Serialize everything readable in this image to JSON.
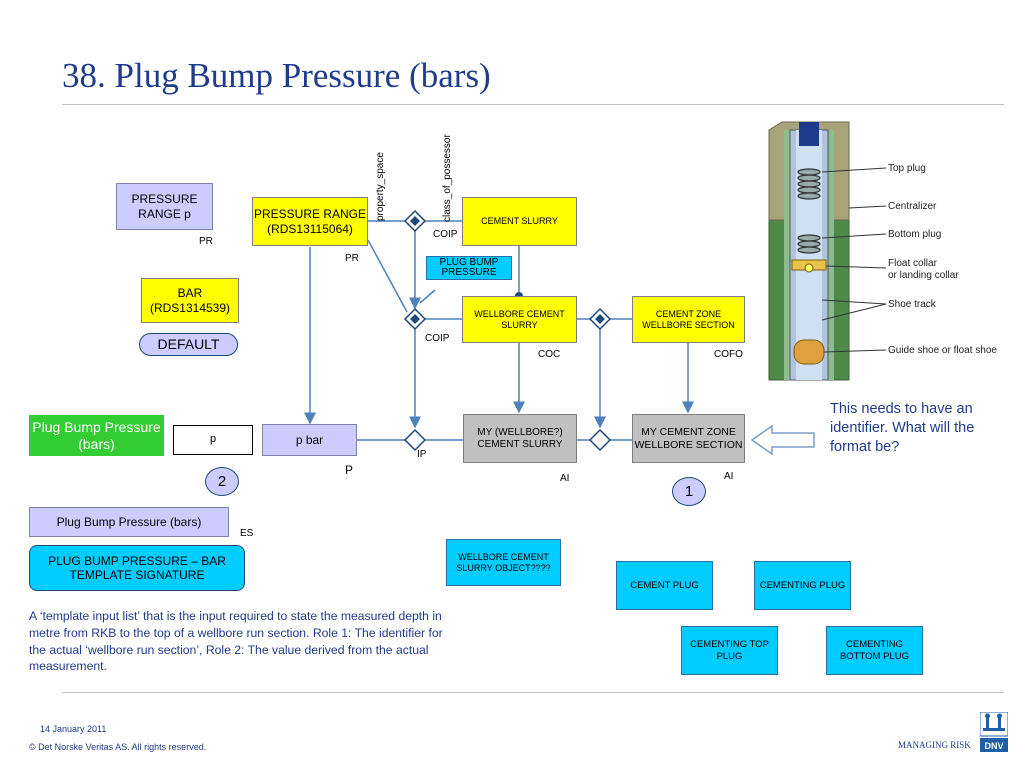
{
  "title": "38. Plug Bump Pressure (bars)",
  "boxes": {
    "pressure_range_p": "PRESSURE RANGE p",
    "pressure_range_rds": "PRESSURE RANGE (RDS13115064)",
    "cement_slurry": "CEMENT SLURRY",
    "plug_bump_pressure_tag": "PLUG BUMP PRESSURE",
    "bar": "BAR (RDS1314539)",
    "default": "DEFAULT",
    "wellbore_cement_slurry": "WELLBORE CEMENT SLURRY",
    "cement_zone_wellbore_section": "CEMENT ZONE WELLBORE SECTION",
    "plug_bump_pressure_bars": "Plug Bump Pressure (bars)",
    "p": "p",
    "p_bar": "p bar",
    "my_wellbore_cement_slurry": "MY (WELLBORE?) CEMENT SLURRY",
    "my_cement_zone_wellbore_section": "MY CEMENT ZONE WELLBORE SECTION",
    "plug_bump_pressure_bars_2": "Plug Bump Pressure (bars)",
    "template_signature": "PLUG BUMP PRESSURE – BAR TEMPLATE SIGNATURE",
    "wellbore_cement_slurry_object": "WELLBORE CEMENT SLURRY OBJECT????",
    "cement_plug": "CEMENT PLUG",
    "cementing_plug": "CEMENTING PLUG",
    "cementing_top_plug": "CEMENTING TOP PLUG",
    "cementing_bottom_plug": "CEMENTING BOTTOM PLUG"
  },
  "labels": {
    "pr1": "PR",
    "pr2": "PR",
    "property_space": "property_space",
    "class_of_possessor": "class_of_possessor",
    "coip1": "COIP",
    "coip2": "COIP",
    "coc": "COC",
    "cofo": "COFO",
    "ip": "IP",
    "p_cap": "P",
    "ai1": "AI",
    "ai2": "AI",
    "es": "ES",
    "circle2": "2",
    "circle1": "1"
  },
  "note_identifier": "This needs to have an identifier. What will the format be?",
  "description": "A ‘template input list’ that is the input required to state the measured depth in metre from RKB to the top of a wellbore run section.  Role 1: The identifier for the actual ‘wellbore run section’, Role 2: The value derived from the actual measurement.",
  "well_illustration": {
    "top_plug": "Top plug",
    "centralizer": "Centralizer",
    "bottom_plug": "Bottom plug",
    "float_collar": "Float collar",
    "landing_collar": "or landing collar",
    "shoe_track": "Shoe track",
    "guide_shoe": "Guide shoe or float shoe"
  },
  "footer": {
    "date": "14 January 2011",
    "copyright": "© Det Norske Veritas AS. All rights reserved.",
    "managing_risk": "MANAGING RISK",
    "logo_text": "DNV"
  },
  "colors": {
    "title": "#1f3c8c",
    "yellow": "#ffff00",
    "lavender": "#ccccff",
    "grey": "#c0c0c0",
    "cyan": "#00ccff",
    "green": "#33cc33",
    "connector": "#4f81bd",
    "diamond": "#1f497d",
    "note": "#1f3c8c"
  }
}
